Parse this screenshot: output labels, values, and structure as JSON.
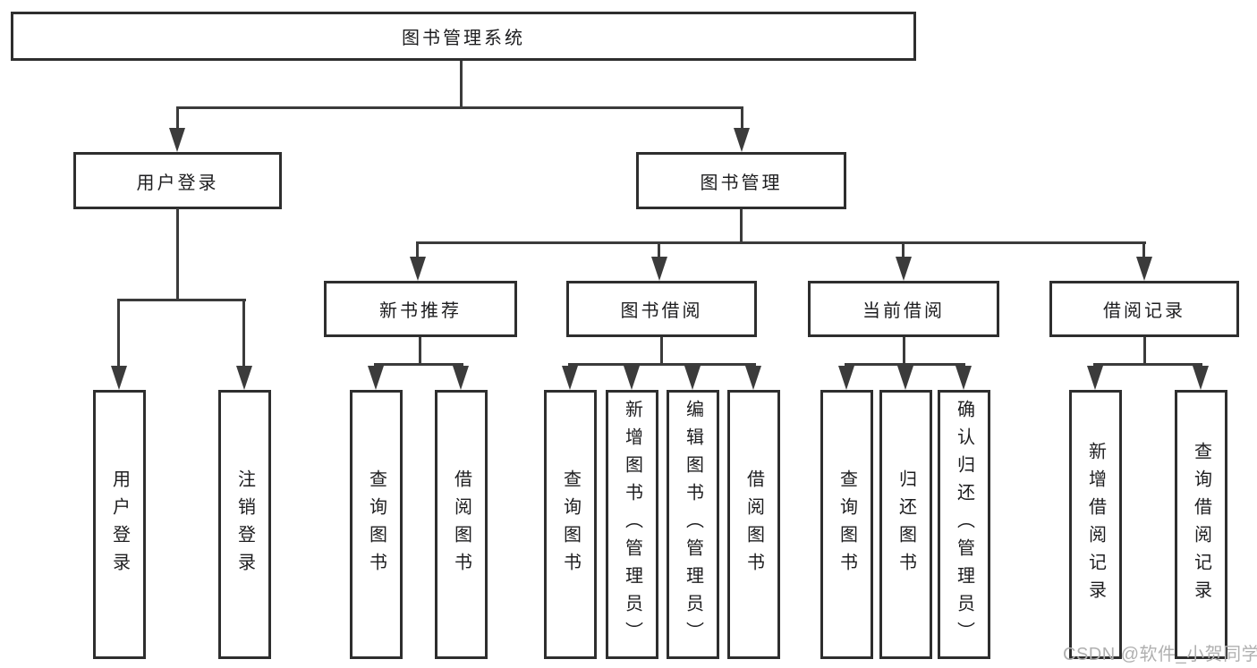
{
  "colors": {
    "line": "#3b3b3b",
    "border": "#2e2e2e",
    "ink": "#1d1d1f",
    "background": "#ffffff",
    "watermark": "#b0b0b0"
  },
  "tree": {
    "root": {
      "label": "图书管理系统"
    },
    "level2": [
      {
        "label": "用户登录",
        "children": [
          {
            "label": "用户登录"
          },
          {
            "label": "注销登录"
          }
        ]
      },
      {
        "label": "图书管理",
        "children": [
          {
            "label": "新书推荐",
            "children": [
              {
                "label": "查询图书"
              },
              {
                "label": "借阅图书"
              }
            ]
          },
          {
            "label": "图书借阅",
            "children": [
              {
                "label": "查询图书"
              },
              {
                "label": "新增图书（管理员）"
              },
              {
                "label": "编辑图书（管理员）"
              },
              {
                "label": "借阅图书"
              }
            ]
          },
          {
            "label": "当前借阅",
            "children": [
              {
                "label": "查询图书"
              },
              {
                "label": "归还图书"
              },
              {
                "label": "确认归还（管理员）"
              }
            ]
          },
          {
            "label": "借阅记录",
            "children": [
              {
                "label": "新增借阅记录"
              },
              {
                "label": "查询借阅记录"
              }
            ]
          }
        ]
      }
    ]
  },
  "watermark": {
    "text": "CSDN @软件_小贺同学"
  }
}
